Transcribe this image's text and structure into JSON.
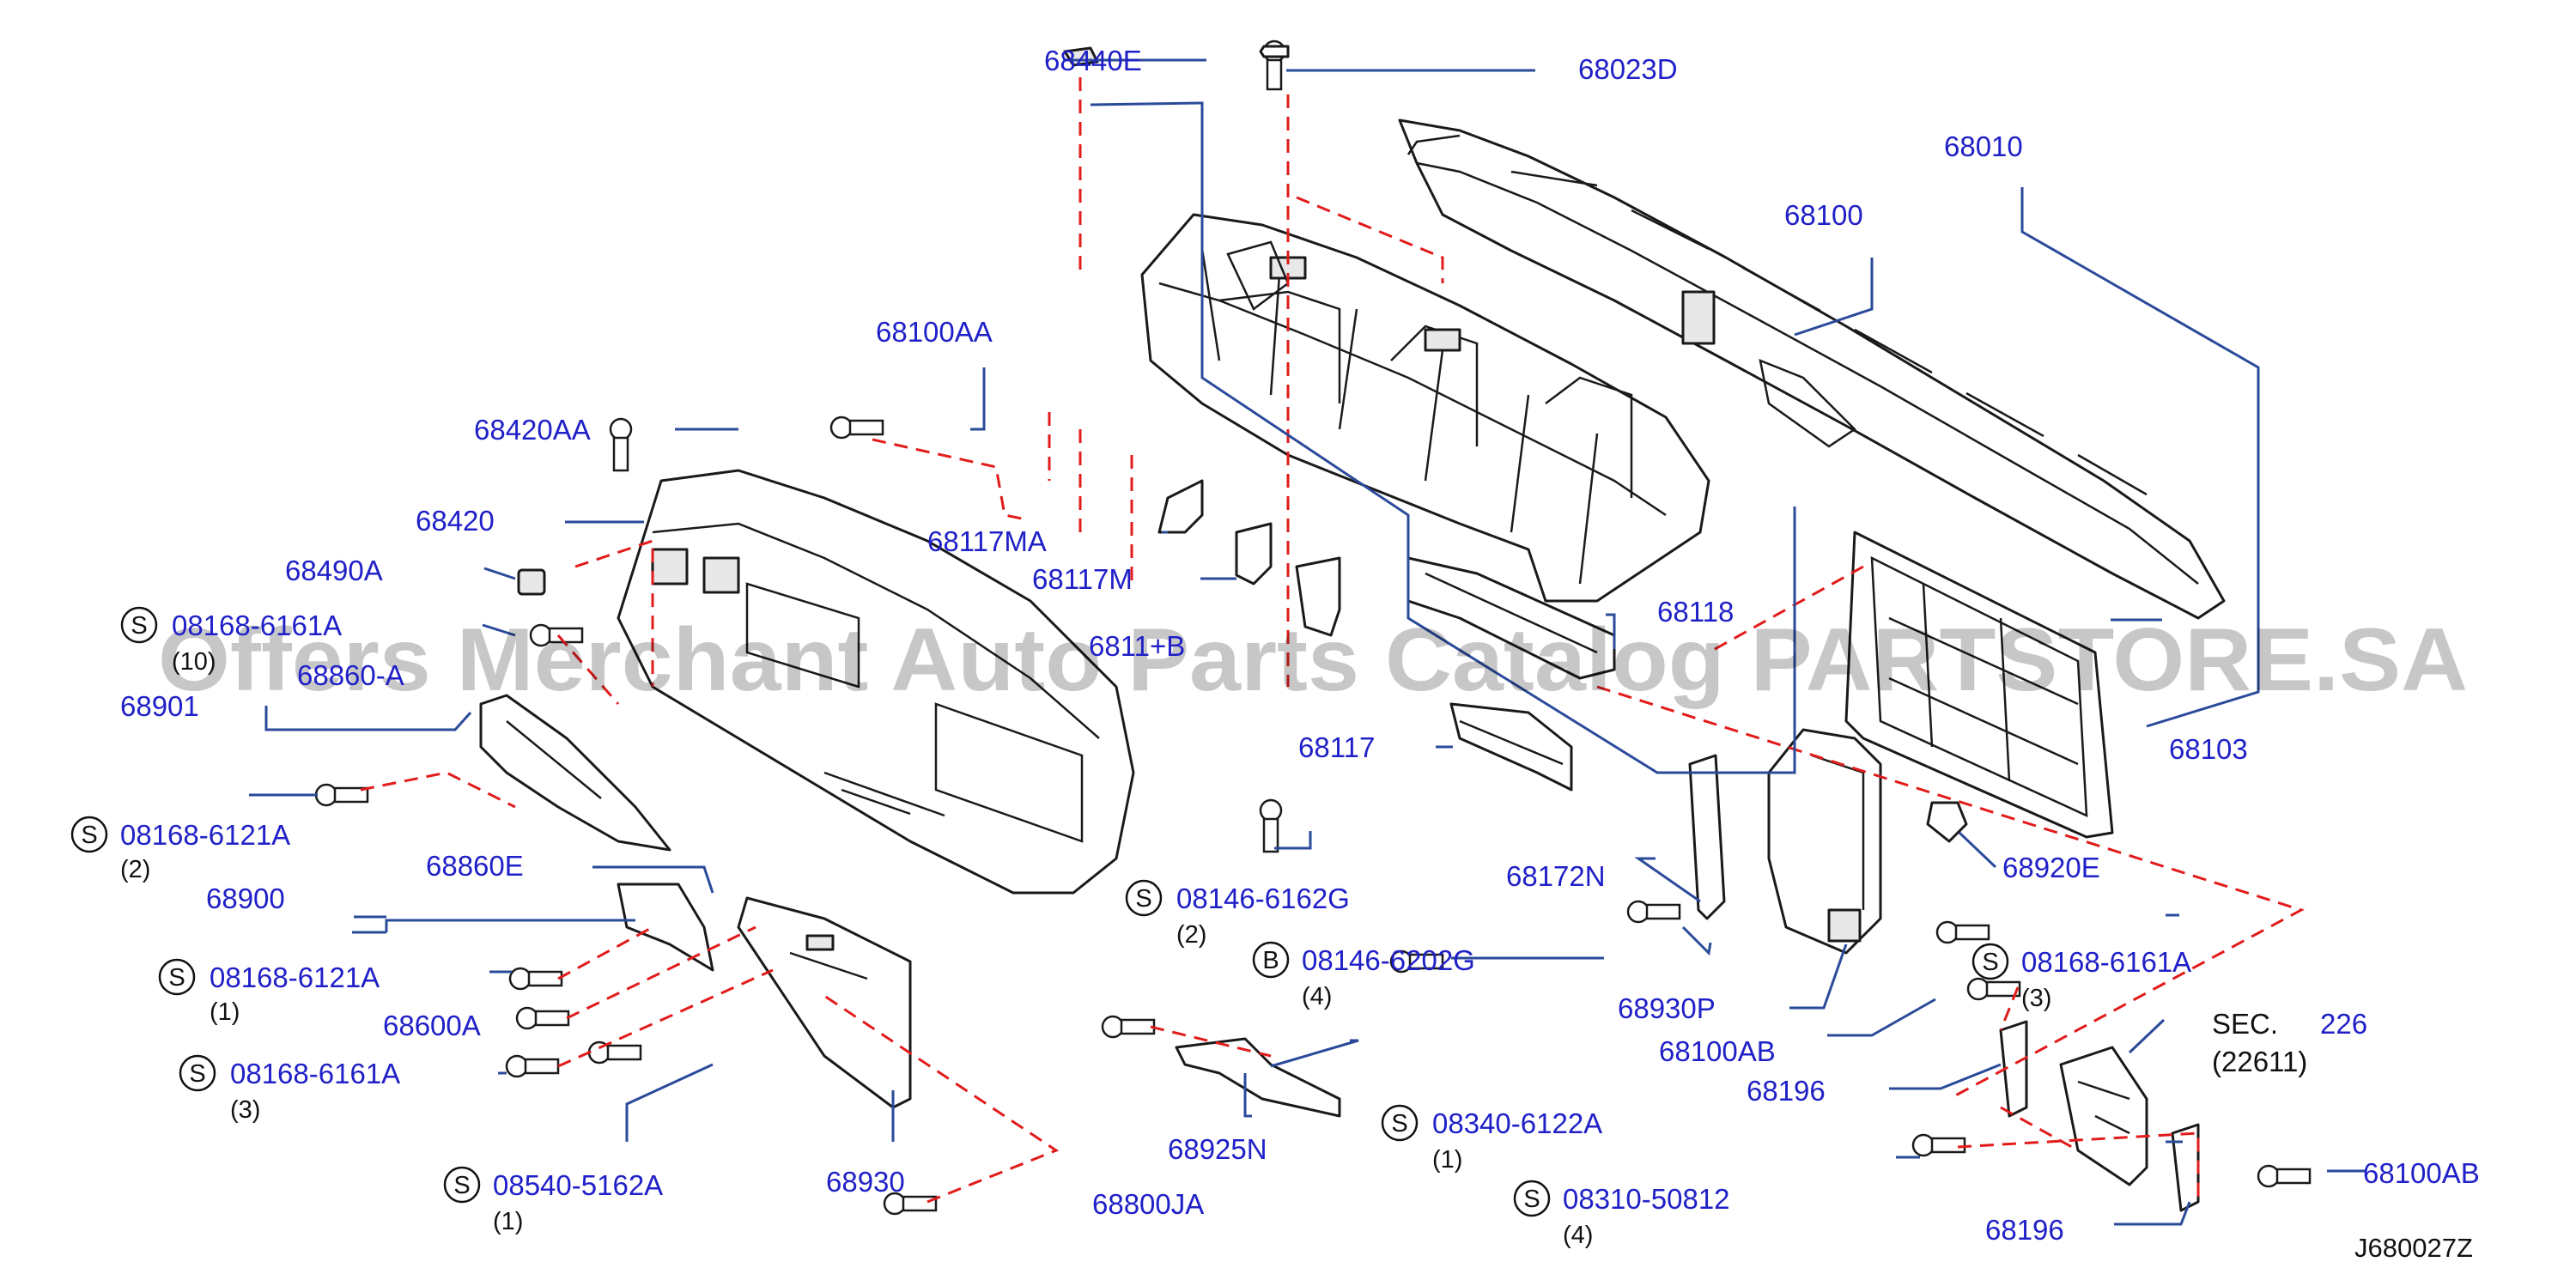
{
  "diagram": {
    "watermark": "Offers Merchant Auto Parts Catalog PARTSTORE.SA",
    "drawing_ref": "J680027Z",
    "parts": [
      {
        "id": "p_68440E",
        "label": "68440E"
      },
      {
        "id": "p_68023D",
        "label": "68023D"
      },
      {
        "id": "p_68010",
        "label": "68010"
      },
      {
        "id": "p_68100",
        "label": "68100"
      },
      {
        "id": "p_68100AA",
        "label": "68100AA"
      },
      {
        "id": "p_68420AA",
        "label": "68420AA"
      },
      {
        "id": "p_68420",
        "label": "68420"
      },
      {
        "id": "p_68490A",
        "label": "68490A"
      },
      {
        "id": "p_68117MA",
        "label": "68117MA"
      },
      {
        "id": "p_68117M",
        "label": "68117M"
      },
      {
        "id": "p_68118",
        "label": "68118"
      },
      {
        "id": "p_6811x",
        "label": "6811+B"
      },
      {
        "id": "p_68860A",
        "label": "68860-A"
      },
      {
        "id": "p_68901",
        "label": "68901"
      },
      {
        "id": "p_68117",
        "label": "68117"
      },
      {
        "id": "p_68103",
        "label": "68103"
      },
      {
        "id": "p_68172N",
        "label": "68172N"
      },
      {
        "id": "p_68920E",
        "label": "68920E"
      },
      {
        "id": "p_68860E",
        "label": "68860E"
      },
      {
        "id": "p_68900",
        "label": "68900"
      },
      {
        "id": "p_68930P",
        "label": "68930P"
      },
      {
        "id": "p_68600A",
        "label": "68600A"
      },
      {
        "id": "p_68100AB_1",
        "label": "68100AB"
      },
      {
        "id": "p_68196_1",
        "label": "68196"
      },
      {
        "id": "p_sec",
        "label": "SEC."
      },
      {
        "id": "p_sec_num",
        "label": "226"
      },
      {
        "id": "p_sec_sub",
        "label": "(22611)"
      },
      {
        "id": "p_68925N",
        "label": "68925N"
      },
      {
        "id": "p_68930",
        "label": "68930"
      },
      {
        "id": "p_68800JA",
        "label": "68800JA"
      },
      {
        "id": "p_68100AB_2",
        "label": "68100AB"
      },
      {
        "id": "p_68196_2",
        "label": "68196"
      }
    ],
    "fasteners": [
      {
        "id": "f1",
        "prefix": "S",
        "part": "08168-6161A",
        "qty": "(10)"
      },
      {
        "id": "f2",
        "prefix": "S",
        "part": "08168-6121A",
        "qty": "(2)"
      },
      {
        "id": "f3",
        "prefix": "S",
        "part": "08168-6121A",
        "qty": "(1)"
      },
      {
        "id": "f4",
        "prefix": "S",
        "part": "08168-6161A",
        "qty": "(3)"
      },
      {
        "id": "f5",
        "prefix": "S",
        "part": "08540-5162A",
        "qty": "(1)"
      },
      {
        "id": "f6",
        "prefix": "S",
        "part": "08146-6162G",
        "qty": "(2)"
      },
      {
        "id": "f7",
        "prefix": "B",
        "part": "08146-6202G",
        "qty": "(4)"
      },
      {
        "id": "f8",
        "prefix": "S",
        "part": "08340-6122A",
        "qty": "(1)"
      },
      {
        "id": "f9",
        "prefix": "S",
        "part": "08310-50812",
        "qty": "(4)"
      },
      {
        "id": "f10",
        "prefix": "S",
        "part": "08168-6161A",
        "qty": "(3)"
      }
    ]
  }
}
